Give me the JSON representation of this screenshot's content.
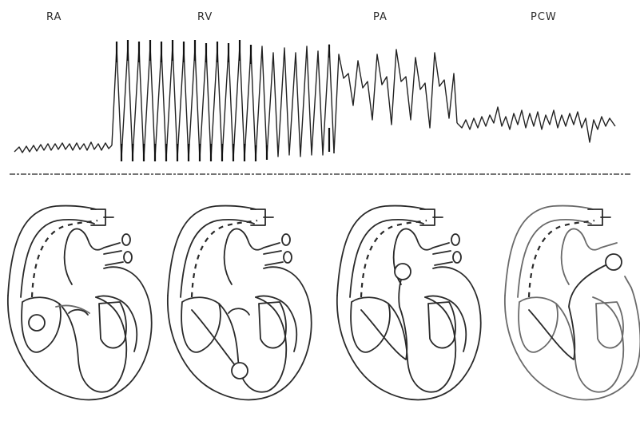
{
  "figure": {
    "stages": [
      {
        "key": "ra",
        "label": "RA"
      },
      {
        "key": "rv",
        "label": "RV"
      },
      {
        "key": "pa",
        "label": "PA"
      },
      {
        "key": "pcw",
        "label": "PCW"
      }
    ]
  }
}
